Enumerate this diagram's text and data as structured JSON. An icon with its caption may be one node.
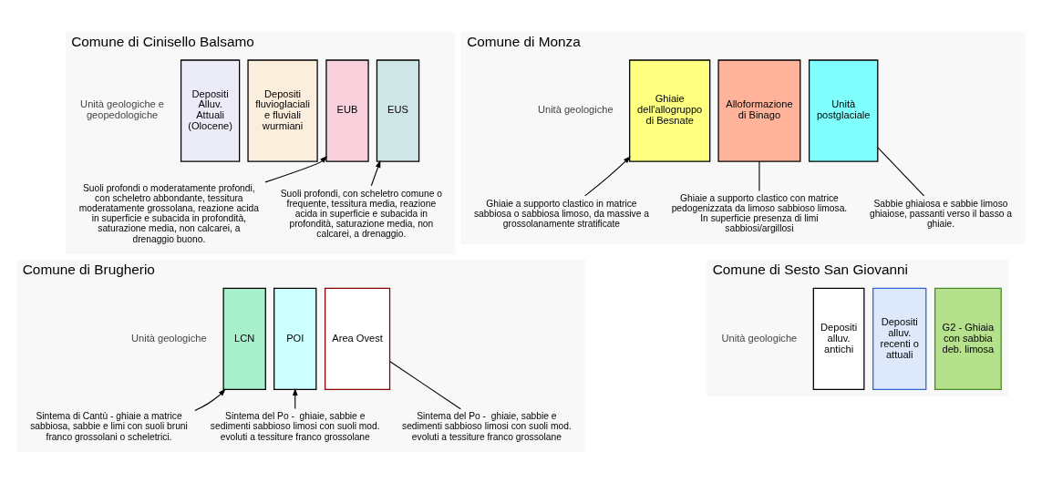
{
  "diagram": {
    "nodes": [
      {
        "text": [
          "Comune di Cinisello Balsamo"
        ]
      },
      {
        "text": [
          "Unità geologiche e geopedologiche"
        ],
        "in": 0
      },
      {
        "text": [
          "Depositi Alluv. Attuali (Olocene)"
        ],
        "in": 0
      },
      {
        "text": [
          "Depositi fluvioglaciali e fluviali wurmiani"
        ],
        "in": 0
      },
      {
        "text": [
          "EUB"
        ],
        "in": 0
      },
      {
        "text": [
          "EUS"
        ],
        "in": 0
      },
      {
        "text": [
          "Suoli profondi o moderatamente profondi, con scheletro abbondante, tessitura moderatamente grossolana, reazione acida in superficie e subacida in profondità, saturazione media, non calcarei, a drenaggio buono."
        ],
        "in": 0
      },
      {
        "text": [
          "Suoli profondi, con scheletro comune o frequente, tessitura media, reazione acida in superficie e subacida in profondità, saturazione media, non calcarei, a drenaggio."
        ],
        "in": 0
      },
      {
        "text": [
          "Comune di Monza"
        ]
      },
      {
        "text": [
          "Unità geologiche"
        ],
        "in": 8
      },
      {
        "text": [
          "Ghiaie dell'allogruppo di Besnate"
        ],
        "in": 8
      },
      {
        "text": [
          "Alloformazione di Binago"
        ],
        "in": 8
      },
      {
        "text": [
          "Unità postglaciale"
        ],
        "in": 8
      },
      {
        "text": [
          "Sabbie ghiaiosa e sabbie limoso ghiaiose, passanti verso il basso a ghiaie."
        ],
        "in": 8
      },
      {
        "text": [
          "Ghiaie a supporto clastico con matrice pedogenizzata da limoso sabbioso limosa. In superficie presenza di limi sabbiosi/argillosi"
        ],
        "in": 8
      },
      {
        "text": [
          "Ghiaie a supporto clastico in matrice sabbiosa o sabbiosa limoso, da massive a grossolanamente stratificate"
        ],
        "in": 8
      },
      {
        "text": [
          "Comune di Brugherio"
        ]
      },
      {
        "text": [
          "Unità geologiche"
        ],
        "in": 16
      },
      {
        "text": [
          "LCN"
        ],
        "in": 16
      },
      {
        "text": [
          "POI"
        ],
        "in": 16
      },
      {
        "text": [
          "Area Ovest"
        ],
        "in": 16
      },
      {
        "text": [
          "Sintema del Po -  ghiaie, sabbie e sedimenti sabbioso limosi con suoli mod. evoluti a tessiture franco grossolane"
        ],
        "in": 16
      },
      {
        "text": [
          "Sintema del Po -  ghiaie, sabbie e sedimenti sabbioso limosi con suoli mod. evoluti a tessiture franco grossolane"
        ],
        "in": 16
      },
      {
        "text": [
          "Sintema di Cantù - ghiaie a matrice sabbiosa, sabbie e limi con suoli bruni franco grossolani o scheletrici."
        ],
        "in": 16
      },
      {
        "text": [
          "Comune di Sesto San Giovanni"
        ]
      },
      {
        "text": [
          "Unità geologiche"
        ],
        "in": 24
      },
      {
        "text": [
          "Depositi alluv. antichi"
        ],
        "in": 24
      },
      {
        "text": [
          "Depositi alluv. recenti o attuali"
        ],
        "in": 24
      },
      {
        "text": [
          "G2 - Ghiaia con sabbia deb. limosa"
        ],
        "in": 24
      }
    ],
    "edges": [
      {
        "from": 6,
        "to": 4,
        "arrow": "to"
      },
      {
        "from": 7,
        "to": 5,
        "arrow": "to"
      },
      {
        "from": 12,
        "to": 13,
        "arrow": "none"
      },
      {
        "from": 11,
        "to": 14,
        "arrow": "none"
      },
      {
        "from": 15,
        "to": 10,
        "arrow": "to"
      },
      {
        "from": 20,
        "to": 21,
        "arrow": "none"
      },
      {
        "from": 22,
        "to": 19,
        "arrow": "to"
      },
      {
        "from": 23,
        "to": 18,
        "arrow": "to"
      }
    ]
  }
}
